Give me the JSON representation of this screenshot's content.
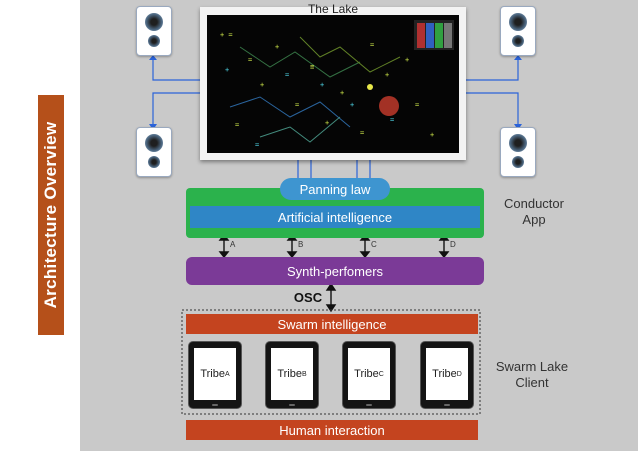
{
  "title": "Architecture Overview",
  "lake_label": "The Lake",
  "panning_label": "Panning law",
  "ai_label": "Artificial intelligence",
  "conductor_label": [
    "Conductor",
    "App"
  ],
  "synth_label": "Synth-perfomers",
  "osc_label": "OSC",
  "channel_letters": [
    "A",
    "B",
    "C",
    "D"
  ],
  "swarm_intel_label": "Swarm intelligence",
  "tribes": [
    {
      "base": "Tribe",
      "sup": "A"
    },
    {
      "base": "Tribe",
      "sup": "B"
    },
    {
      "base": "Tribe",
      "sup": "C"
    },
    {
      "base": "Tribe",
      "sup": "D"
    }
  ],
  "swarm_client_label": [
    "Swarm Lake",
    "Client"
  ],
  "human_label": "Human interaction",
  "colors": {
    "title_bg": "#b5501a",
    "canvas_bg": "#c9c9c9",
    "ai_green": "#2bb24c",
    "ai_blue": "#2f86c6",
    "synth_purple": "#7b3a97",
    "swarm_red": "#c4441f",
    "wire_blue": "#2b63d9"
  }
}
